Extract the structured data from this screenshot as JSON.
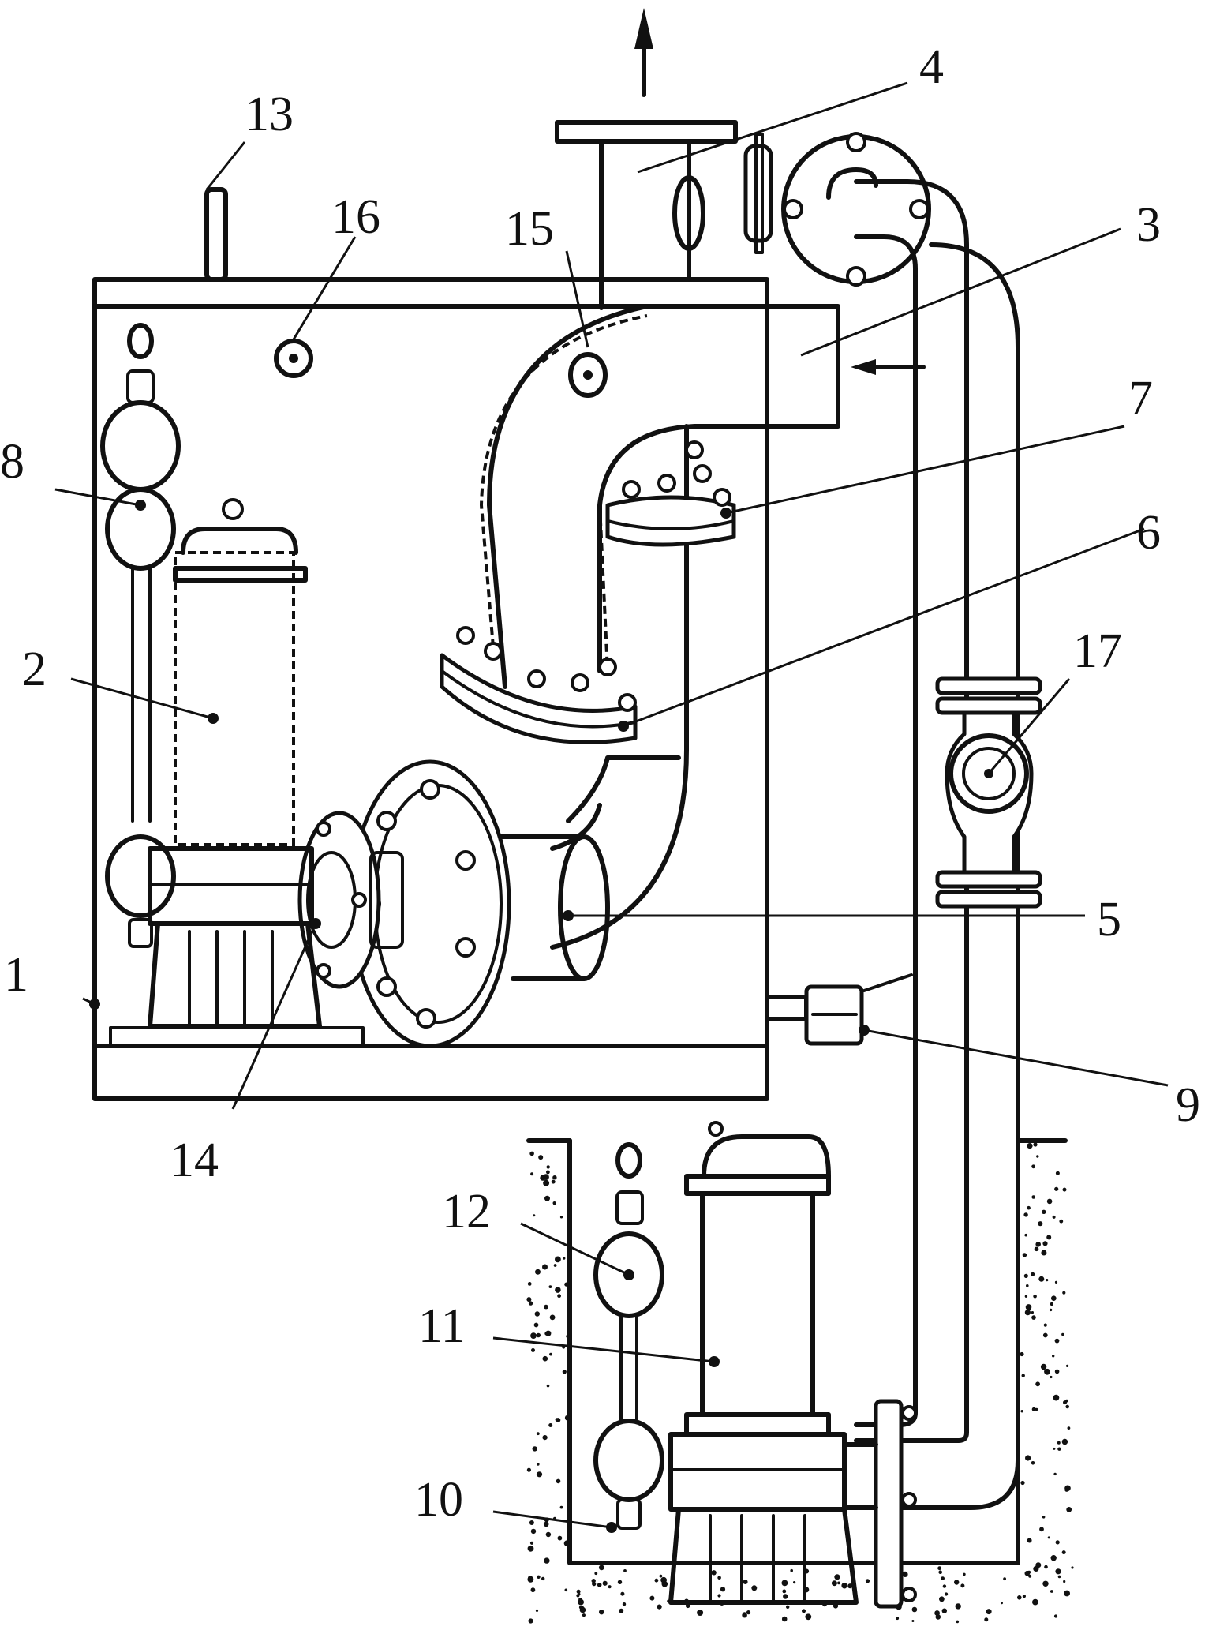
{
  "labels": [
    "1",
    "2",
    "3",
    "4",
    "5",
    "6",
    "7",
    "8",
    "9",
    "10",
    "11",
    "12",
    "13",
    "14",
    "15",
    "16",
    "17"
  ],
  "icons": [
    "flow-up-arrow-icon",
    "flow-left-arrow-icon"
  ]
}
